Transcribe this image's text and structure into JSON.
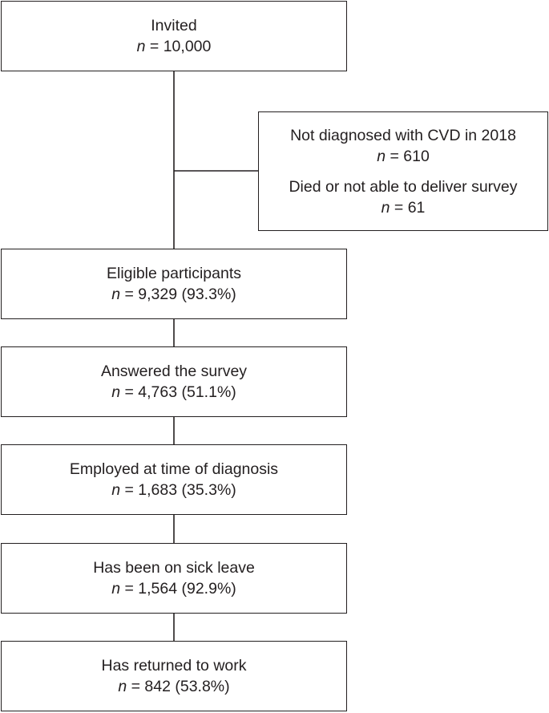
{
  "flow": {
    "invited": {
      "label": "Invited",
      "n_symbol": "n",
      "count": " = 10,000"
    },
    "exclusions": {
      "not_diagnosed": {
        "label": "Not diagnosed with CVD in 2018",
        "n_symbol": "n",
        "count": " = 610"
      },
      "died": {
        "label": "Died or not able to deliver survey",
        "n_symbol": "n",
        "count": " = 61"
      }
    },
    "eligible": {
      "label": "Eligible participants",
      "n_symbol": "n",
      "count": " = 9,329 (93.3%)"
    },
    "answered": {
      "label": "Answered the survey",
      "n_symbol": "n",
      "count": " = 4,763 (51.1%)"
    },
    "employed": {
      "label": "Employed at time of diagnosis",
      "n_symbol": "n",
      "count": " = 1,683 (35.3%)"
    },
    "sickleave": {
      "label": "Has been on sick leave",
      "n_symbol": "n",
      "count": " = 1,564 (92.9%)"
    },
    "returned": {
      "label": "Has returned to work",
      "n_symbol": "n",
      "count": " = 842 (53.8%)"
    }
  },
  "colors": {
    "line": "#231f20",
    "text": "#231f20",
    "background": "#ffffff"
  }
}
